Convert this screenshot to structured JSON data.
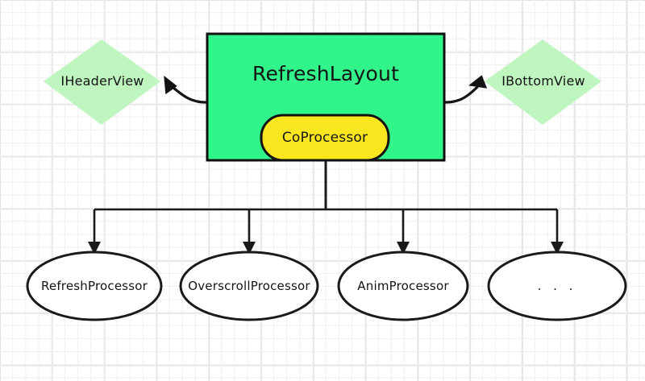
{
  "diagram": {
    "title_node": {
      "label": "RefreshLayout",
      "fill": "#31F58A",
      "stroke": "#111111"
    },
    "pill_node": {
      "label": "CoProcessor",
      "fill": "#FAE61E",
      "stroke": "#111111"
    },
    "interfaces": [
      {
        "name": "header-view",
        "label": "IHeaderView",
        "fill": "#BFF5BF",
        "side": "left"
      },
      {
        "name": "bottom-view",
        "label": "IBottomView",
        "fill": "#BFF5BF",
        "side": "right"
      }
    ],
    "processors": [
      {
        "name": "refresh-processor",
        "label": "RefreshProcessor",
        "fill": "#FFFFFF",
        "stroke": "#1A1A1A"
      },
      {
        "name": "overscroll-processor",
        "label": "OverscrollProcessor",
        "fill": "#FFFFFF",
        "stroke": "#1A1A1A"
      },
      {
        "name": "anim-processor",
        "label": "AnimProcessor",
        "fill": "#FFFFFF",
        "stroke": "#1A1A1A"
      },
      {
        "name": "more-processors",
        "label": ". . .",
        "fill": "#FFFFFF",
        "stroke": "#1A1A1A"
      }
    ],
    "connector_color": "#1A1A1A",
    "grid": {
      "minor_color": "#EFEFEF",
      "major_color": "#E3E3E3",
      "background": "#FFFFFF"
    }
  }
}
